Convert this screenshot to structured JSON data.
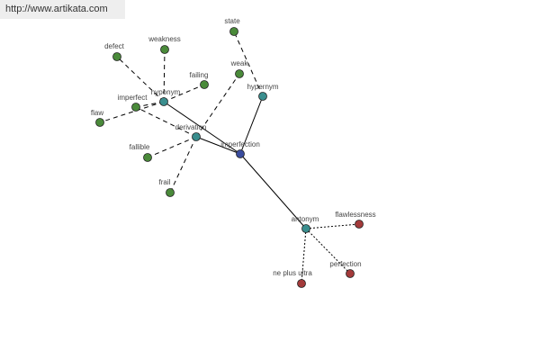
{
  "watermark": {
    "url": "http://www.artikata.com"
  },
  "colors": {
    "synonym_node": "#4a8a3a",
    "relation_node": "#3a8e8e",
    "center_node": "#3a4c9e",
    "antonym_node": "#a33a3a",
    "line": "#000000"
  },
  "graph": {
    "nodes": [
      {
        "id": "imperfection",
        "label": "imperfection",
        "kind": "center"
      },
      {
        "id": "hyponym",
        "label": "hyponym",
        "kind": "relation"
      },
      {
        "id": "derivation",
        "label": "derivation",
        "kind": "relation"
      },
      {
        "id": "hypernym",
        "label": "hypernym",
        "kind": "relation"
      },
      {
        "id": "antonym",
        "label": "antonym",
        "kind": "relation"
      },
      {
        "id": "defect",
        "label": "defect",
        "kind": "synonym"
      },
      {
        "id": "weakness",
        "label": "weakness",
        "kind": "synonym"
      },
      {
        "id": "failing",
        "label": "failing",
        "kind": "synonym"
      },
      {
        "id": "imperfect",
        "label": "imperfect",
        "kind": "synonym"
      },
      {
        "id": "flaw",
        "label": "flaw",
        "kind": "synonym"
      },
      {
        "id": "weak",
        "label": "weak",
        "kind": "synonym"
      },
      {
        "id": "fallible",
        "label": "fallible",
        "kind": "synonym"
      },
      {
        "id": "frail",
        "label": "frail",
        "kind": "synonym"
      },
      {
        "id": "state",
        "label": "state",
        "kind": "synonym"
      },
      {
        "id": "flawlessness",
        "label": "flawlessness",
        "kind": "antonym"
      },
      {
        "id": "perfection",
        "label": "perfection",
        "kind": "antonym"
      },
      {
        "id": "ne-plus-ultra",
        "label": "ne plus ultra",
        "kind": "antonym"
      }
    ],
    "edges": [
      {
        "from": "imperfection",
        "to": "hyponym",
        "style": "solid"
      },
      {
        "from": "imperfection",
        "to": "derivation",
        "style": "solid"
      },
      {
        "from": "imperfection",
        "to": "hypernym",
        "style": "solid"
      },
      {
        "from": "imperfection",
        "to": "antonym",
        "style": "solid"
      },
      {
        "from": "hyponym",
        "to": "defect",
        "style": "dashed"
      },
      {
        "from": "hyponym",
        "to": "weakness",
        "style": "dashed"
      },
      {
        "from": "hyponym",
        "to": "failing",
        "style": "dashed"
      },
      {
        "from": "hyponym",
        "to": "imperfect",
        "style": "dashed"
      },
      {
        "from": "hyponym",
        "to": "flaw",
        "style": "dashed"
      },
      {
        "from": "derivation",
        "to": "imperfect",
        "style": "dashed"
      },
      {
        "from": "derivation",
        "to": "weak",
        "style": "dashed"
      },
      {
        "from": "derivation",
        "to": "fallible",
        "style": "dashed"
      },
      {
        "from": "derivation",
        "to": "frail",
        "style": "dashed"
      },
      {
        "from": "hypernym",
        "to": "state",
        "style": "dashed"
      },
      {
        "from": "antonym",
        "to": "flawlessness",
        "style": "dotted"
      },
      {
        "from": "antonym",
        "to": "perfection",
        "style": "dotted"
      },
      {
        "from": "antonym",
        "to": "ne-plus-ultra",
        "style": "dotted"
      }
    ]
  }
}
